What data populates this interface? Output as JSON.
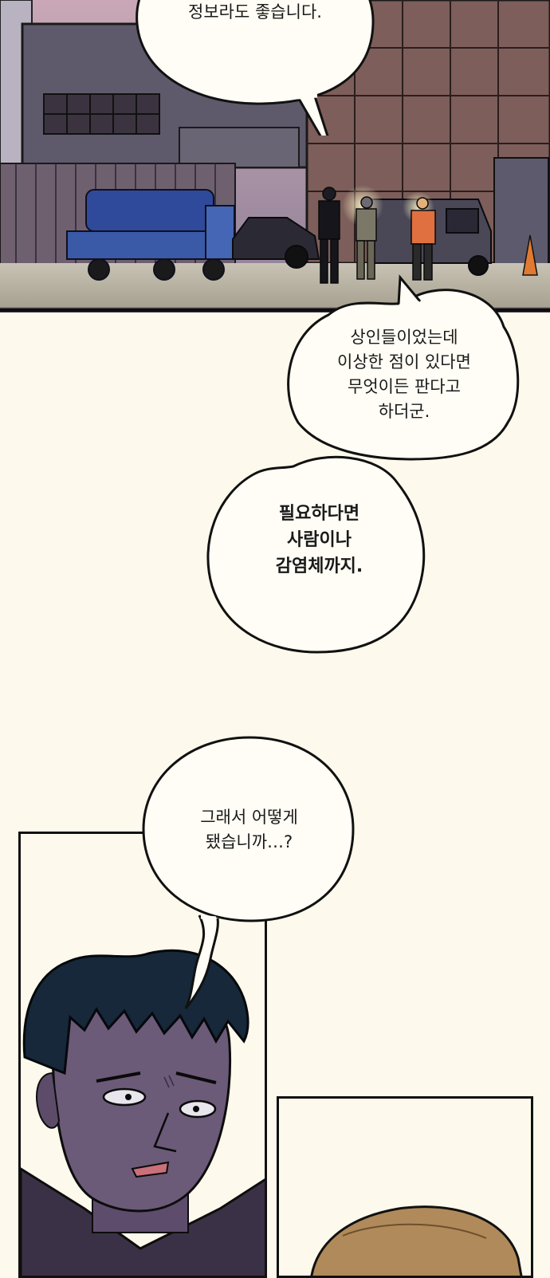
{
  "bubbles": {
    "top": {
      "lines": [
        "정보라도 좋습니다."
      ]
    },
    "merchants": {
      "lines": [
        "상인들이었는데",
        "이상한 점이 있다면",
        "무엇이든 판다고",
        "하더군."
      ]
    },
    "needs": {
      "lines": [
        "필요하다면",
        "사람이나",
        "감염체까지."
      ]
    },
    "question": {
      "lines": [
        "그래서 어떻게",
        "됐습니까…?"
      ]
    }
  },
  "colors": {
    "page_bg": "#fdf9ec",
    "ink": "#111111",
    "night_sky": "#2c2f3a",
    "building": "#5f5a6a",
    "truck_blue": "#3a5aa8",
    "skin_purple": "#6b5a78",
    "hat_tan": "#b08a5a"
  }
}
